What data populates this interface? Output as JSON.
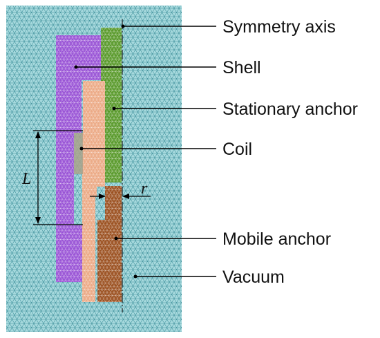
{
  "figure": {
    "callouts": {
      "symmetry_axis": "Symmetry axis",
      "shell": "Shell",
      "stationary_anchor": "Stationary anchor",
      "coil": "Coil",
      "mobile_anchor": "Mobile anchor",
      "vacuum": "Vacuum"
    },
    "dimensions": {
      "length": "L",
      "radial_gap": "r"
    }
  },
  "colors": {
    "mesh_fill": "#a6d9dd",
    "mesh_line": "#3d8f9a",
    "shell": "#9a55d6",
    "stationary_anchor": "#5a9a2c",
    "coil": "#ecaa86",
    "mobile_anchor": "#9c5222",
    "leader": "#000000"
  }
}
